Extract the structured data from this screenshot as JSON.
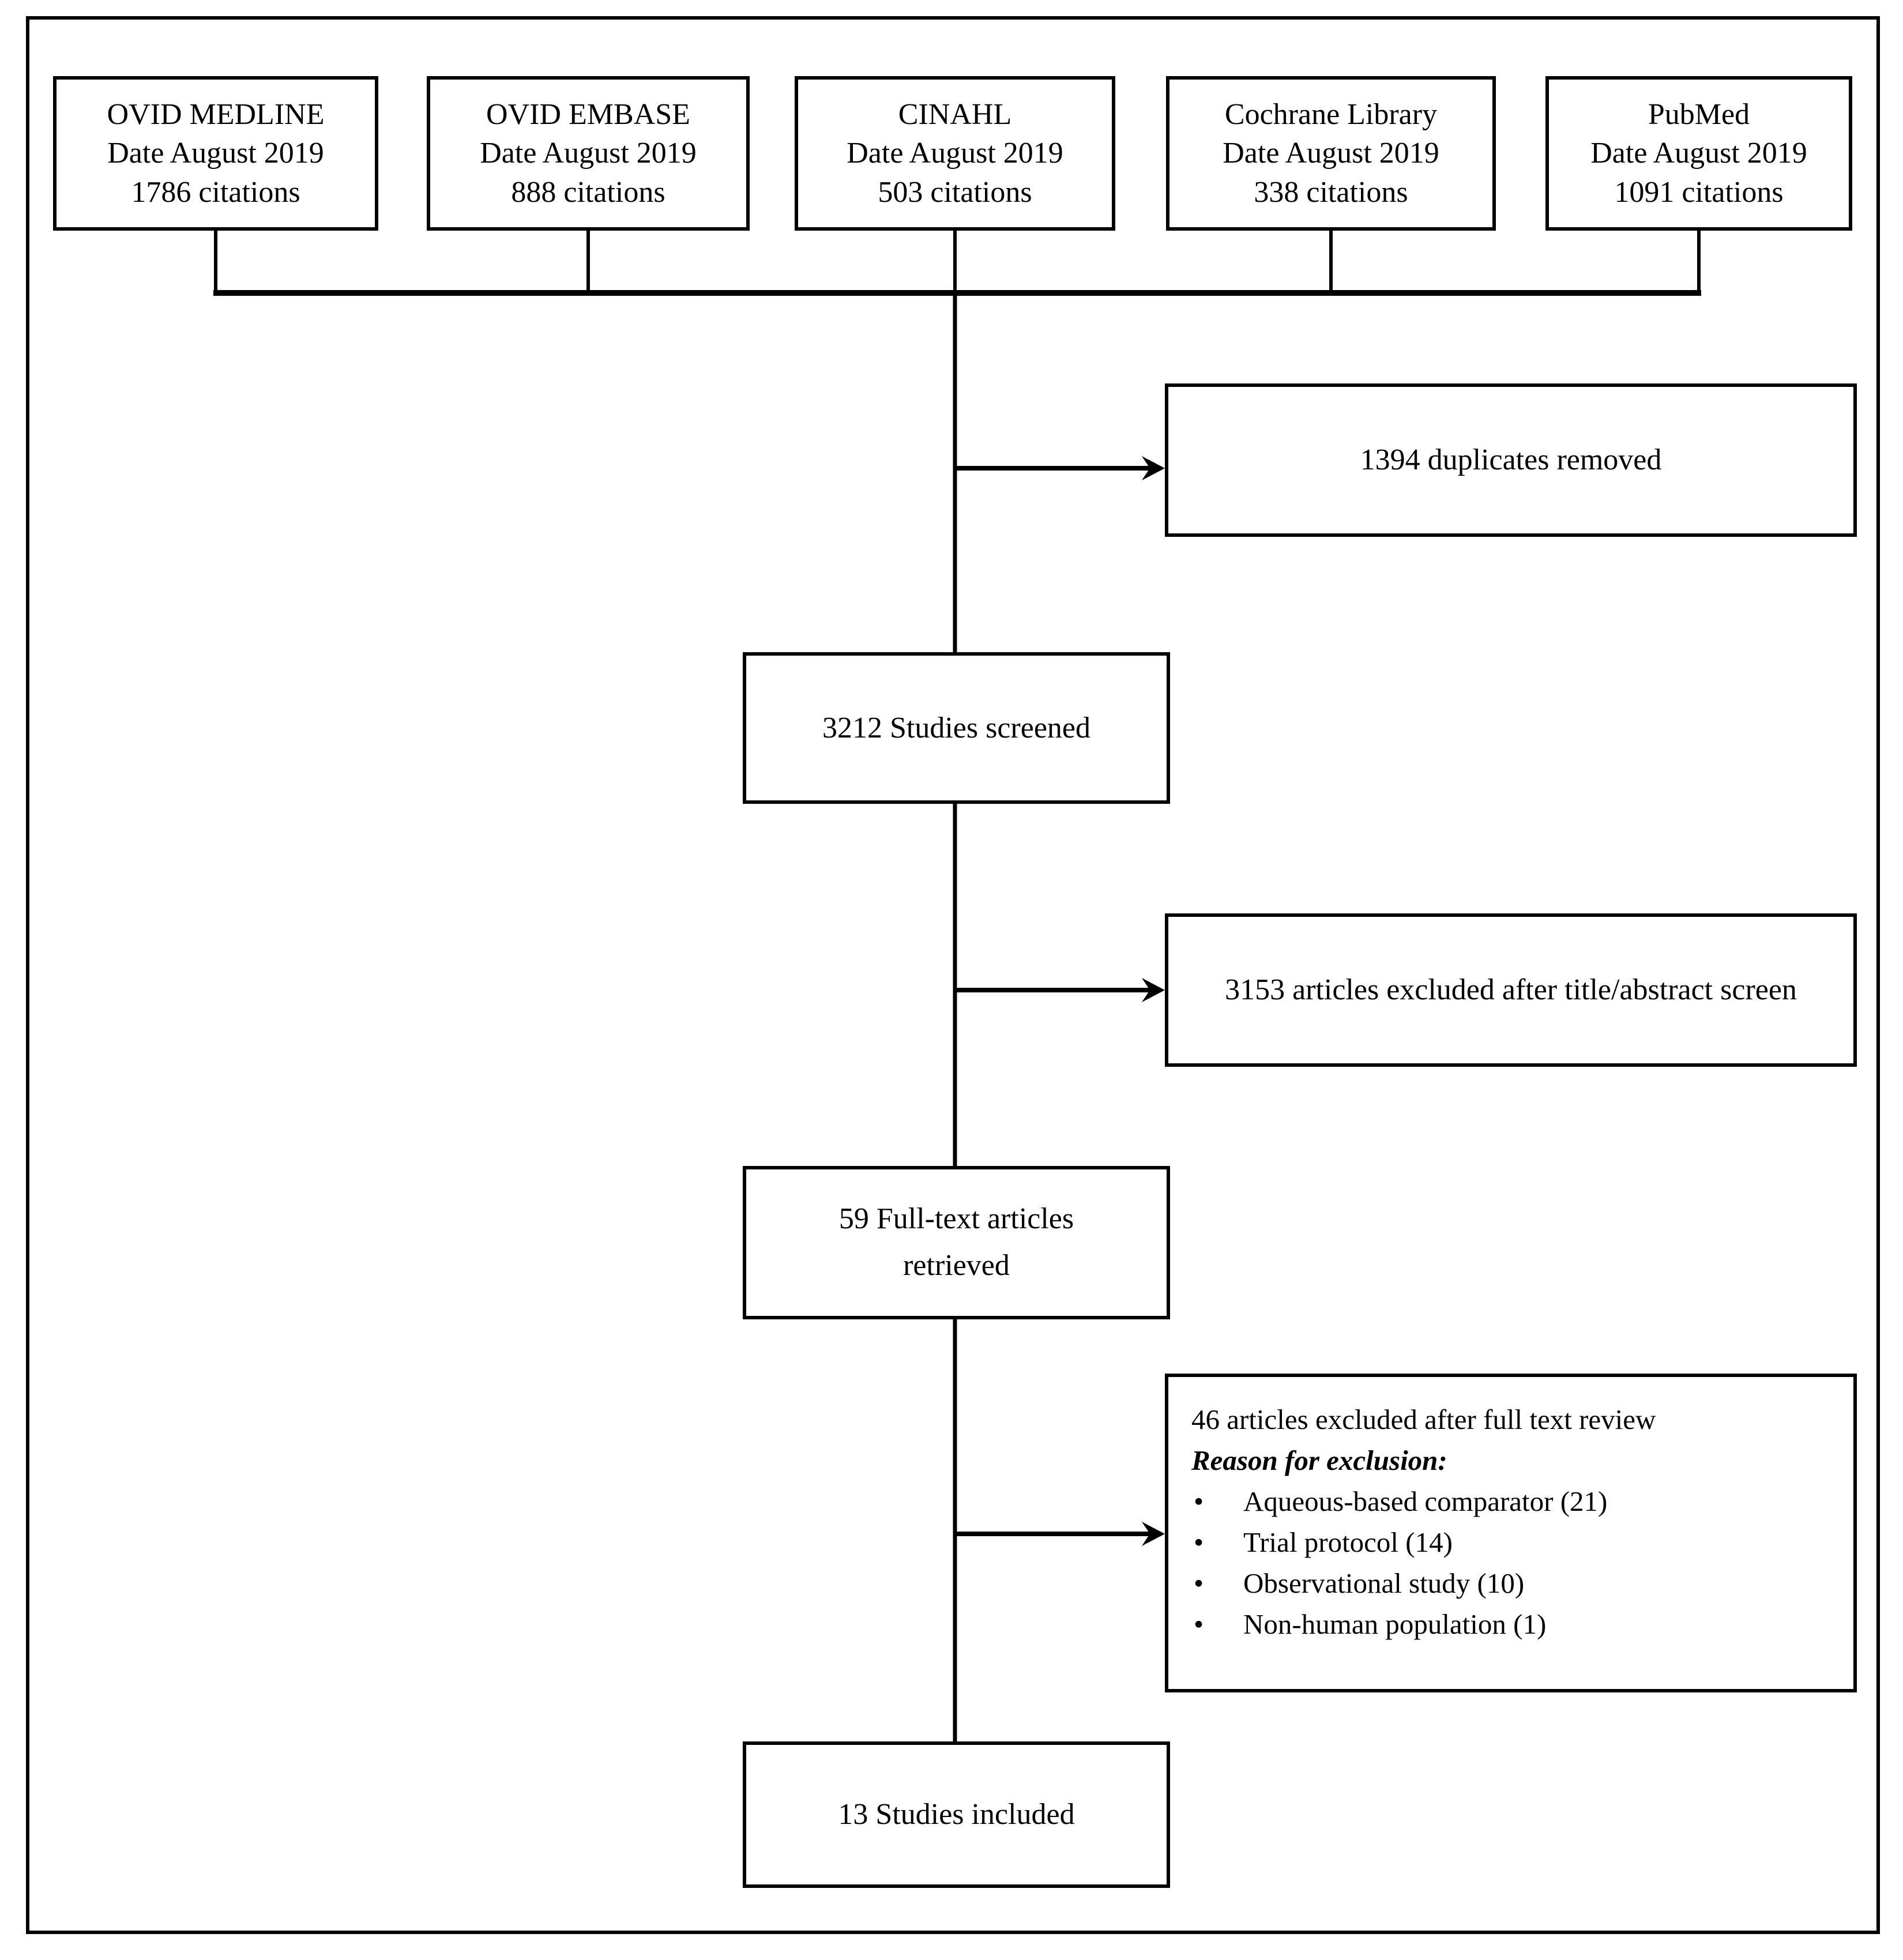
{
  "colors": {
    "line": "#000000",
    "background": "#ffffff",
    "text": "#000000"
  },
  "sources": [
    {
      "name": "OVID MEDLINE",
      "date": "Date August 2019",
      "citations": "1786 citations"
    },
    {
      "name": "OVID EMBASE",
      "date": "Date August 2019",
      "citations": "888 citations"
    },
    {
      "name": "CINAHL",
      "date": "Date August 2019",
      "citations": "503 citations"
    },
    {
      "name": "Cochrane Library",
      "date": "Date August 2019",
      "citations": "338 citations"
    },
    {
      "name": "PubMed",
      "date": "Date August 2019",
      "citations": "1091 citations"
    }
  ],
  "flow": {
    "duplicates_removed": "1394 duplicates removed",
    "studies_screened": "3212 Studies screened",
    "title_abstract_excluded": "3153 articles excluded after title/abstract screen",
    "full_text_retrieved": "59 Full-text articles retrieved",
    "full_text_excluded_heading": "46 articles excluded after full text review",
    "exclusion_reason_label": "Reason for exclusion:",
    "exclusion_reasons": [
      "Aqueous-based comparator (21)",
      "Trial protocol (14)",
      "Observational study (10)",
      "Non-human population (1)"
    ],
    "studies_included": "13 Studies included",
    "bullet_char": "•"
  }
}
